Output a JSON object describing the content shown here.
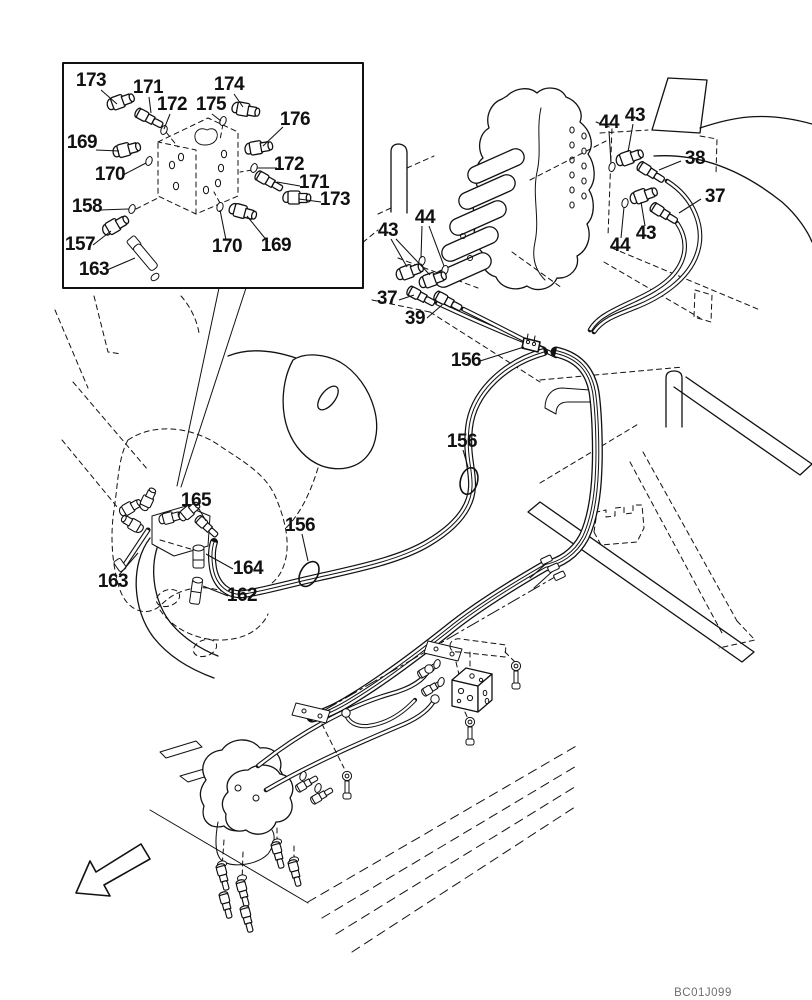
{
  "figure_code": "BC01J099",
  "colors": {
    "line": "#111111",
    "background": "#ffffff",
    "watermark": "#6f6f6f"
  },
  "part_labels": {
    "inset": [
      {
        "label": "173"
      },
      {
        "label": "171"
      },
      {
        "label": "172"
      },
      {
        "label": "175"
      },
      {
        "label": "174"
      },
      {
        "label": "176"
      },
      {
        "label": "169"
      },
      {
        "label": "170"
      },
      {
        "label": "172"
      },
      {
        "label": "171"
      },
      {
        "label": "173"
      },
      {
        "label": "158"
      },
      {
        "label": "157"
      },
      {
        "label": "163"
      },
      {
        "label": "170"
      },
      {
        "label": "169"
      }
    ],
    "valve": [
      {
        "label": "44"
      },
      {
        "label": "43"
      },
      {
        "label": "38"
      },
      {
        "label": "37"
      },
      {
        "label": "43"
      },
      {
        "label": "44"
      },
      {
        "label": "44"
      },
      {
        "label": "43"
      },
      {
        "label": "37"
      },
      {
        "label": "39"
      }
    ],
    "clamps": [
      {
        "label": "156"
      },
      {
        "label": "156"
      },
      {
        "label": "156"
      }
    ],
    "lower": [
      {
        "label": "165"
      },
      {
        "label": "164"
      },
      {
        "label": "163"
      },
      {
        "label": "162"
      }
    ]
  }
}
